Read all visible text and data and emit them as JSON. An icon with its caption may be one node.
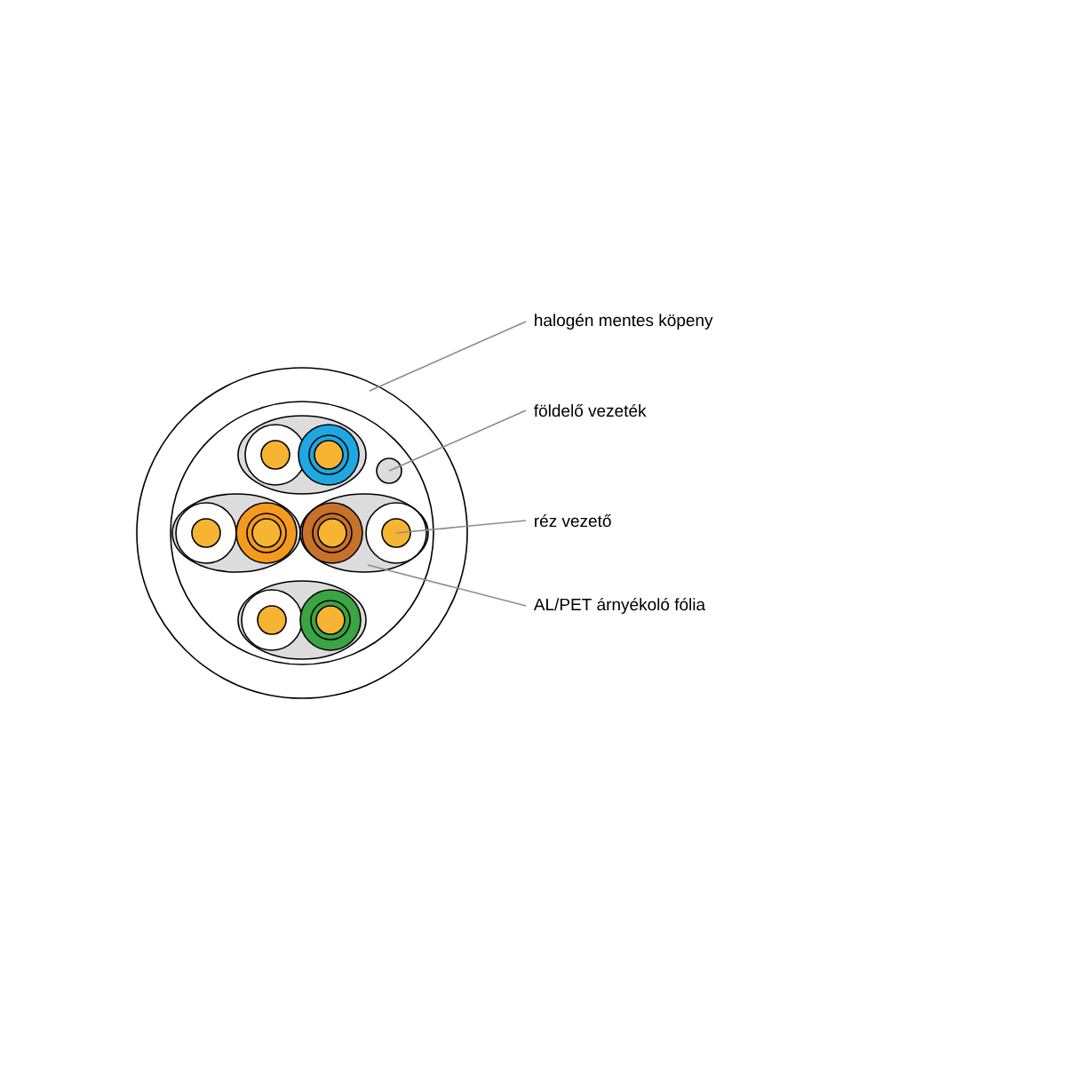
{
  "diagram": {
    "nodes": [
      {
        "text": [
          "halogén mentes köpeny"
        ]
      },
      {
        "text": [
          "földelő vezeték"
        ]
      },
      {
        "text": [
          "réz vezető"
        ]
      },
      {
        "text": [
          "AL/PET árnyékoló fólia"
        ]
      },
      {
        "text": [],
        "shape": "circle"
      },
      {
        "text": [],
        "shape": "circle",
        "in": 4
      },
      {
        "text": [],
        "shape": "circle",
        "in": 7
      },
      {
        "text": [],
        "shape": "ellipse",
        "in": 4
      },
      {
        "text": [],
        "shape": "ellipse",
        "in": 4
      },
      {
        "text": [],
        "shape": "ellipse",
        "in": 4
      },
      {
        "text": [],
        "shape": "ellipse",
        "in": 4
      },
      {
        "text": [],
        "shape": "circle",
        "in": 8
      },
      {
        "text": [],
        "shape": "circle",
        "in": 8
      },
      {
        "text": [],
        "shape": "circle",
        "in": 9
      },
      {
        "text": [],
        "shape": "circle",
        "in": 9
      },
      {
        "text": [],
        "shape": "circle",
        "in": 7
      },
      {
        "text": [],
        "shape": "circle",
        "in": 10
      },
      {
        "text": [],
        "shape": "circle",
        "in": 10
      }
    ],
    "edges": [
      {
        "from": 0,
        "to": 4,
        "arrow": "none"
      },
      {
        "from": 1,
        "to": 5,
        "arrow": "none"
      },
      {
        "from": 2,
        "to": 15,
        "arrow": "none"
      },
      {
        "from": 3,
        "to": 7,
        "arrow": "none"
      }
    ]
  }
}
